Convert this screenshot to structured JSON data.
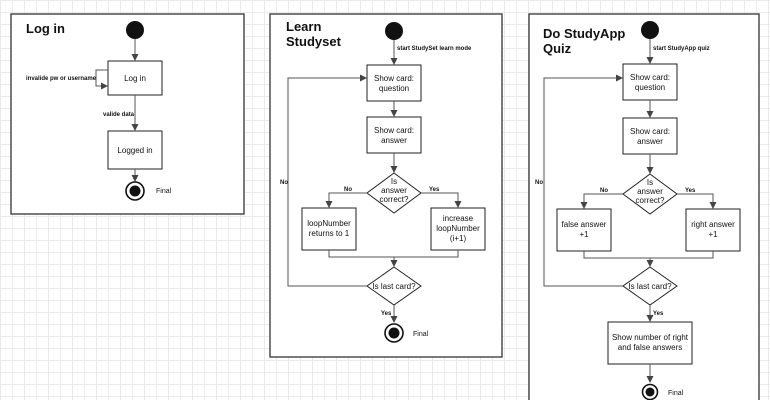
{
  "login": {
    "title": "Log in",
    "state_login": "Log in",
    "state_logged": "Logged in",
    "invalid_label": "invalide pw or username",
    "valid_label": "valide data",
    "final_label": "Final"
  },
  "learn": {
    "title_line1": "Learn",
    "title_line2": "Studyset",
    "start_label": "start StudySet learn mode",
    "card_question": [
      "Show card:",
      "question"
    ],
    "card_answer": [
      "Show card:",
      "answer"
    ],
    "decision_correct": [
      "Is",
      "answer",
      "correct?"
    ],
    "no_label": "No",
    "yes_label": "Yes",
    "loop_reset": [
      "loopNumber",
      "returns to 1"
    ],
    "loop_increase": [
      "increase",
      "loopNumber",
      "(i+1)"
    ],
    "decision_last": "Is last card?",
    "loop_no_label": "No",
    "last_yes_label": "Yes",
    "final_label": "Final"
  },
  "quiz": {
    "title_line1": "Do StudyApp",
    "title_line2": "Quiz",
    "start_label": "start StudyApp quiz",
    "card_question": [
      "Show card:",
      "question"
    ],
    "card_answer": [
      "Show card:",
      "answer"
    ],
    "decision_correct": [
      "Is",
      "answer",
      "correct?"
    ],
    "no_label": "No",
    "yes_label": "Yes",
    "false_answer": [
      "false answer",
      "+1"
    ],
    "right_answer": [
      "right answer",
      "+1"
    ],
    "decision_last": "Is last card?",
    "loop_no_label": "No",
    "last_yes_label": "Yes",
    "show_results": [
      "Show number of right",
      "and false answers"
    ],
    "final_label": "Final"
  },
  "colors": {
    "frame": "#333333",
    "node": "#111111",
    "grid": "#eaeaea"
  }
}
